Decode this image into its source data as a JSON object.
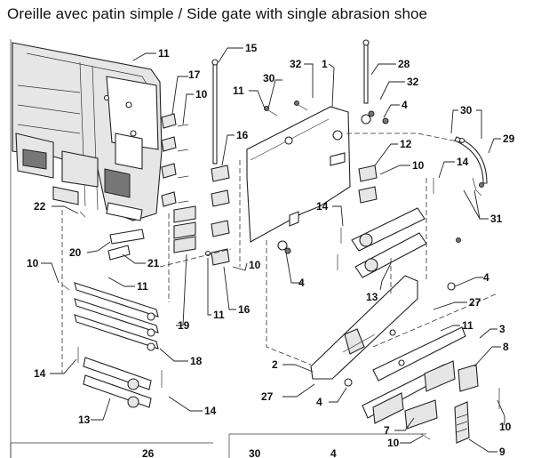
{
  "page": {
    "title": "Oreille avec patin simple  /  Side gate with single abrasion shoe"
  },
  "callouts": {
    "c11a": "11",
    "c17": "17",
    "c10a": "10",
    "c15": "15",
    "c30a": "30",
    "c32a": "32",
    "c1": "1",
    "c28": "28",
    "c11b": "11",
    "c32b": "32",
    "c4a": "4",
    "c30b": "30",
    "c29": "29",
    "c16a": "16",
    "c12": "12",
    "c10b": "10",
    "c14a": "14",
    "c22": "22",
    "c14b": "14",
    "c31": "31",
    "c20": "20",
    "c21": "21",
    "c10c": "10",
    "c11c": "11",
    "c4b": "4",
    "c10d": "10",
    "c4c": "4",
    "c13a": "13",
    "c27a": "27",
    "c19": "19",
    "c11d": "11",
    "c16b": "16",
    "c11e": "11",
    "c3": "3",
    "c8": "8",
    "c18": "18",
    "c14c": "14",
    "c2": "2",
    "c27b": "27",
    "c4d": "4",
    "c14d": "14",
    "c13b": "13",
    "c10e": "10",
    "c7": "7",
    "c10f": "10",
    "c9": "9",
    "c26": "26",
    "c30c": "30",
    "c4e": "4"
  }
}
